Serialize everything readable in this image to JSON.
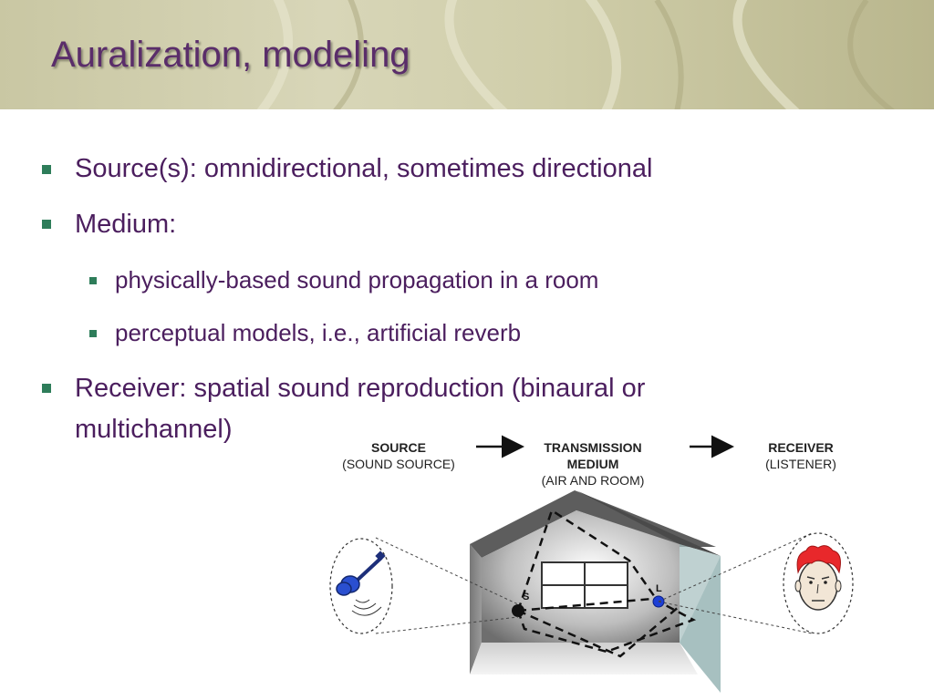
{
  "title": "Auralization, modeling",
  "bullets": {
    "source": "Source(s): omnidirectional, sometimes directional",
    "medium": "Medium:",
    "medium_sub1": "physically-based sound propagation in a room",
    "medium_sub2": "perceptual models, i.e., artificial reverb",
    "receiver_line1": "Receiver: spatial sound reproduction (binaural or",
    "receiver_line2": "multichannel)"
  },
  "diagram": {
    "source_title": "SOURCE",
    "source_sub": "(SOUND SOURCE)",
    "medium_title1": "TRANSMISSION",
    "medium_title2": "MEDIUM",
    "medium_sub": "(AIR AND ROOM)",
    "receiver_title": "RECEIVER",
    "receiver_sub": "(LISTENER)",
    "source_marker": "S",
    "listener_marker": "L"
  },
  "colors": {
    "title": "#5a2d6a",
    "text": "#4b1e5e",
    "bullet": "#2e7d5a",
    "listener_dot": "#1d3fd6",
    "guitar": "#2a4fd0",
    "hair": "#e8282b"
  }
}
